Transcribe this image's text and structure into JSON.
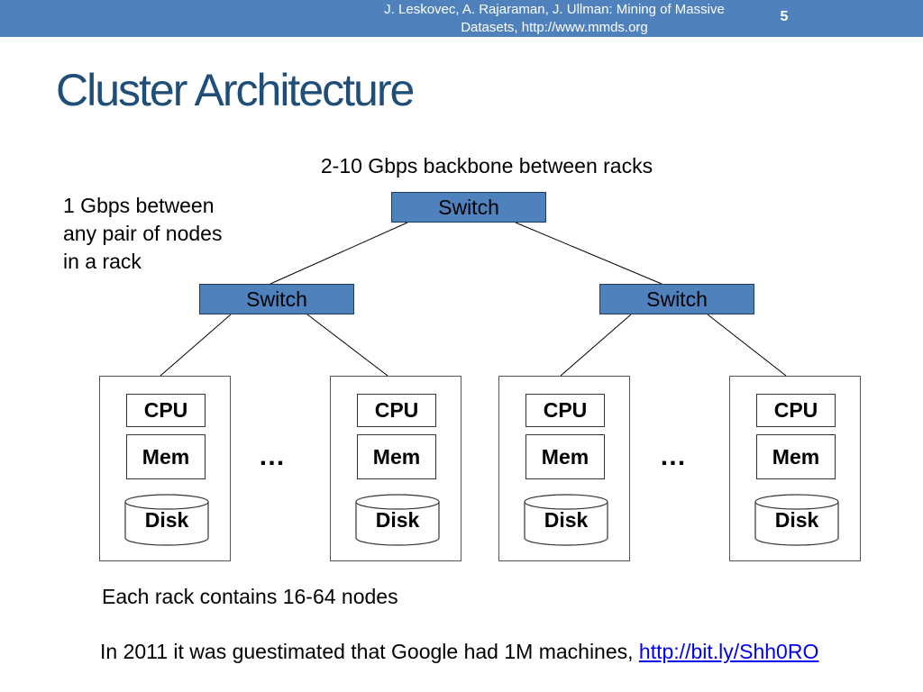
{
  "header": {
    "citation_line1": "J. Leskovec, A. Rajaraman, J. Ullman: Mining of Massive",
    "citation_line2": "Datasets, http://www.mmds.org",
    "slide_number": "5"
  },
  "title": "Cluster Architecture",
  "labels": {
    "backbone": "2-10 Gbps backbone between racks",
    "pair_line1": "1 Gbps between",
    "pair_line2": "any pair of nodes",
    "pair_line3": "in a rack"
  },
  "switches": {
    "top": "Switch",
    "left": "Switch",
    "right": "Switch"
  },
  "racks": [
    {
      "cpu": "CPU",
      "mem": "Mem",
      "disk": "Disk"
    },
    {
      "cpu": "CPU",
      "mem": "Mem",
      "disk": "Disk"
    },
    {
      "cpu": "CPU",
      "mem": "Mem",
      "disk": "Disk"
    },
    {
      "cpu": "CPU",
      "mem": "Mem",
      "disk": "Disk"
    }
  ],
  "ellipses": [
    "…",
    "…"
  ],
  "notes": {
    "rack_contents": "Each rack contains 16-64 nodes",
    "google_text": "In 2011 it was guestimated that Google had 1M machines, ",
    "google_link": "http://bit.ly/Shh0RO"
  },
  "colors": {
    "header_bar": "#4f81bd",
    "switch_fill": "#4f81bd",
    "title": "#1f4e79",
    "link": "#0000ee"
  }
}
